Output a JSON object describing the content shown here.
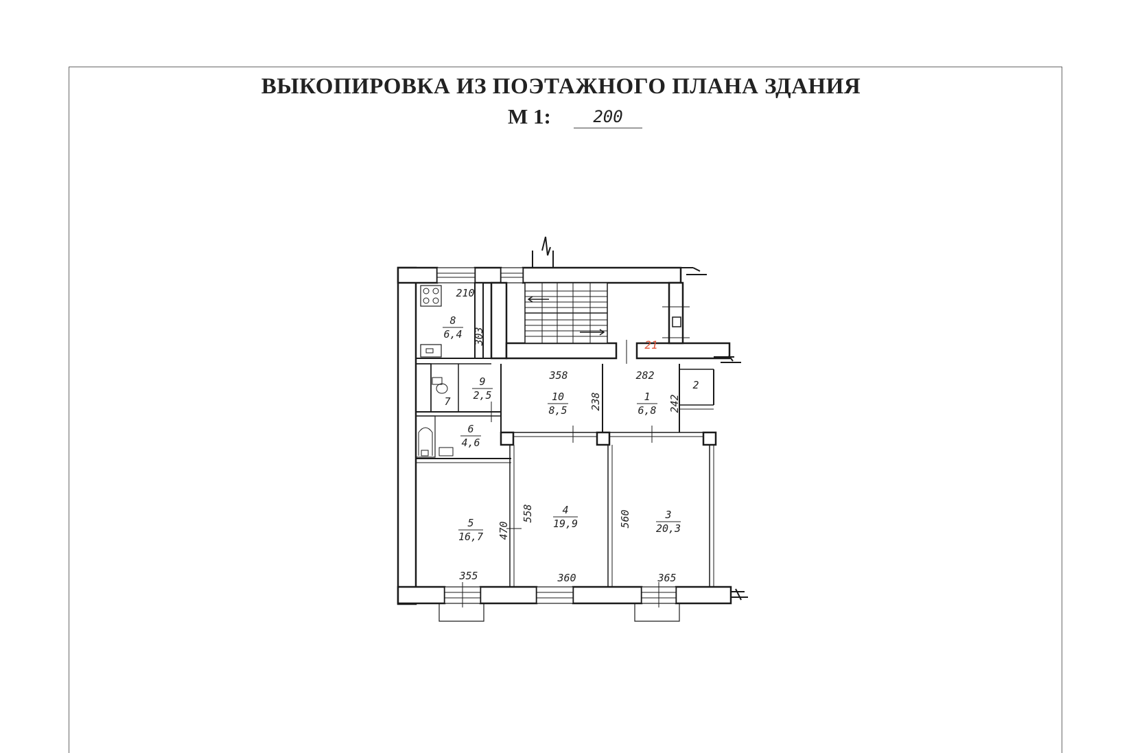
{
  "header": {
    "title": "ВЫКОПИРОВКА ИЗ ПОЭТАЖНОГО ПЛАНА ЗДАНИЯ",
    "scale_label": "М 1:",
    "scale_value": "200"
  },
  "rooms": [
    {
      "number": "1",
      "area": "6,8"
    },
    {
      "number": "2",
      "area": ""
    },
    {
      "number": "3",
      "area": "20,3"
    },
    {
      "number": "4",
      "area": "19,9"
    },
    {
      "number": "5",
      "area": "16,7"
    },
    {
      "number": "6",
      "area": "4,6"
    },
    {
      "number": "7",
      "area": ""
    },
    {
      "number": "8",
      "area": "6,4"
    },
    {
      "number": "9",
      "area": "2,5"
    },
    {
      "number": "10",
      "area": "8,5"
    }
  ],
  "dimensions": {
    "kitchen_width": "210",
    "kitchen_depth": "303",
    "room10_width": "358",
    "room10_depth": "238",
    "room1_width": "282",
    "room1_depth": "242",
    "room5_depth": "470",
    "room4_depth": "558",
    "room3_depth": "560",
    "room5_width": "355",
    "room4_width": "360",
    "room3_width": "365"
  },
  "stair_mark": "21",
  "colors": {
    "wall": "#1a1a1a",
    "stair_mark": "#e0553a",
    "frame": "#666666"
  }
}
